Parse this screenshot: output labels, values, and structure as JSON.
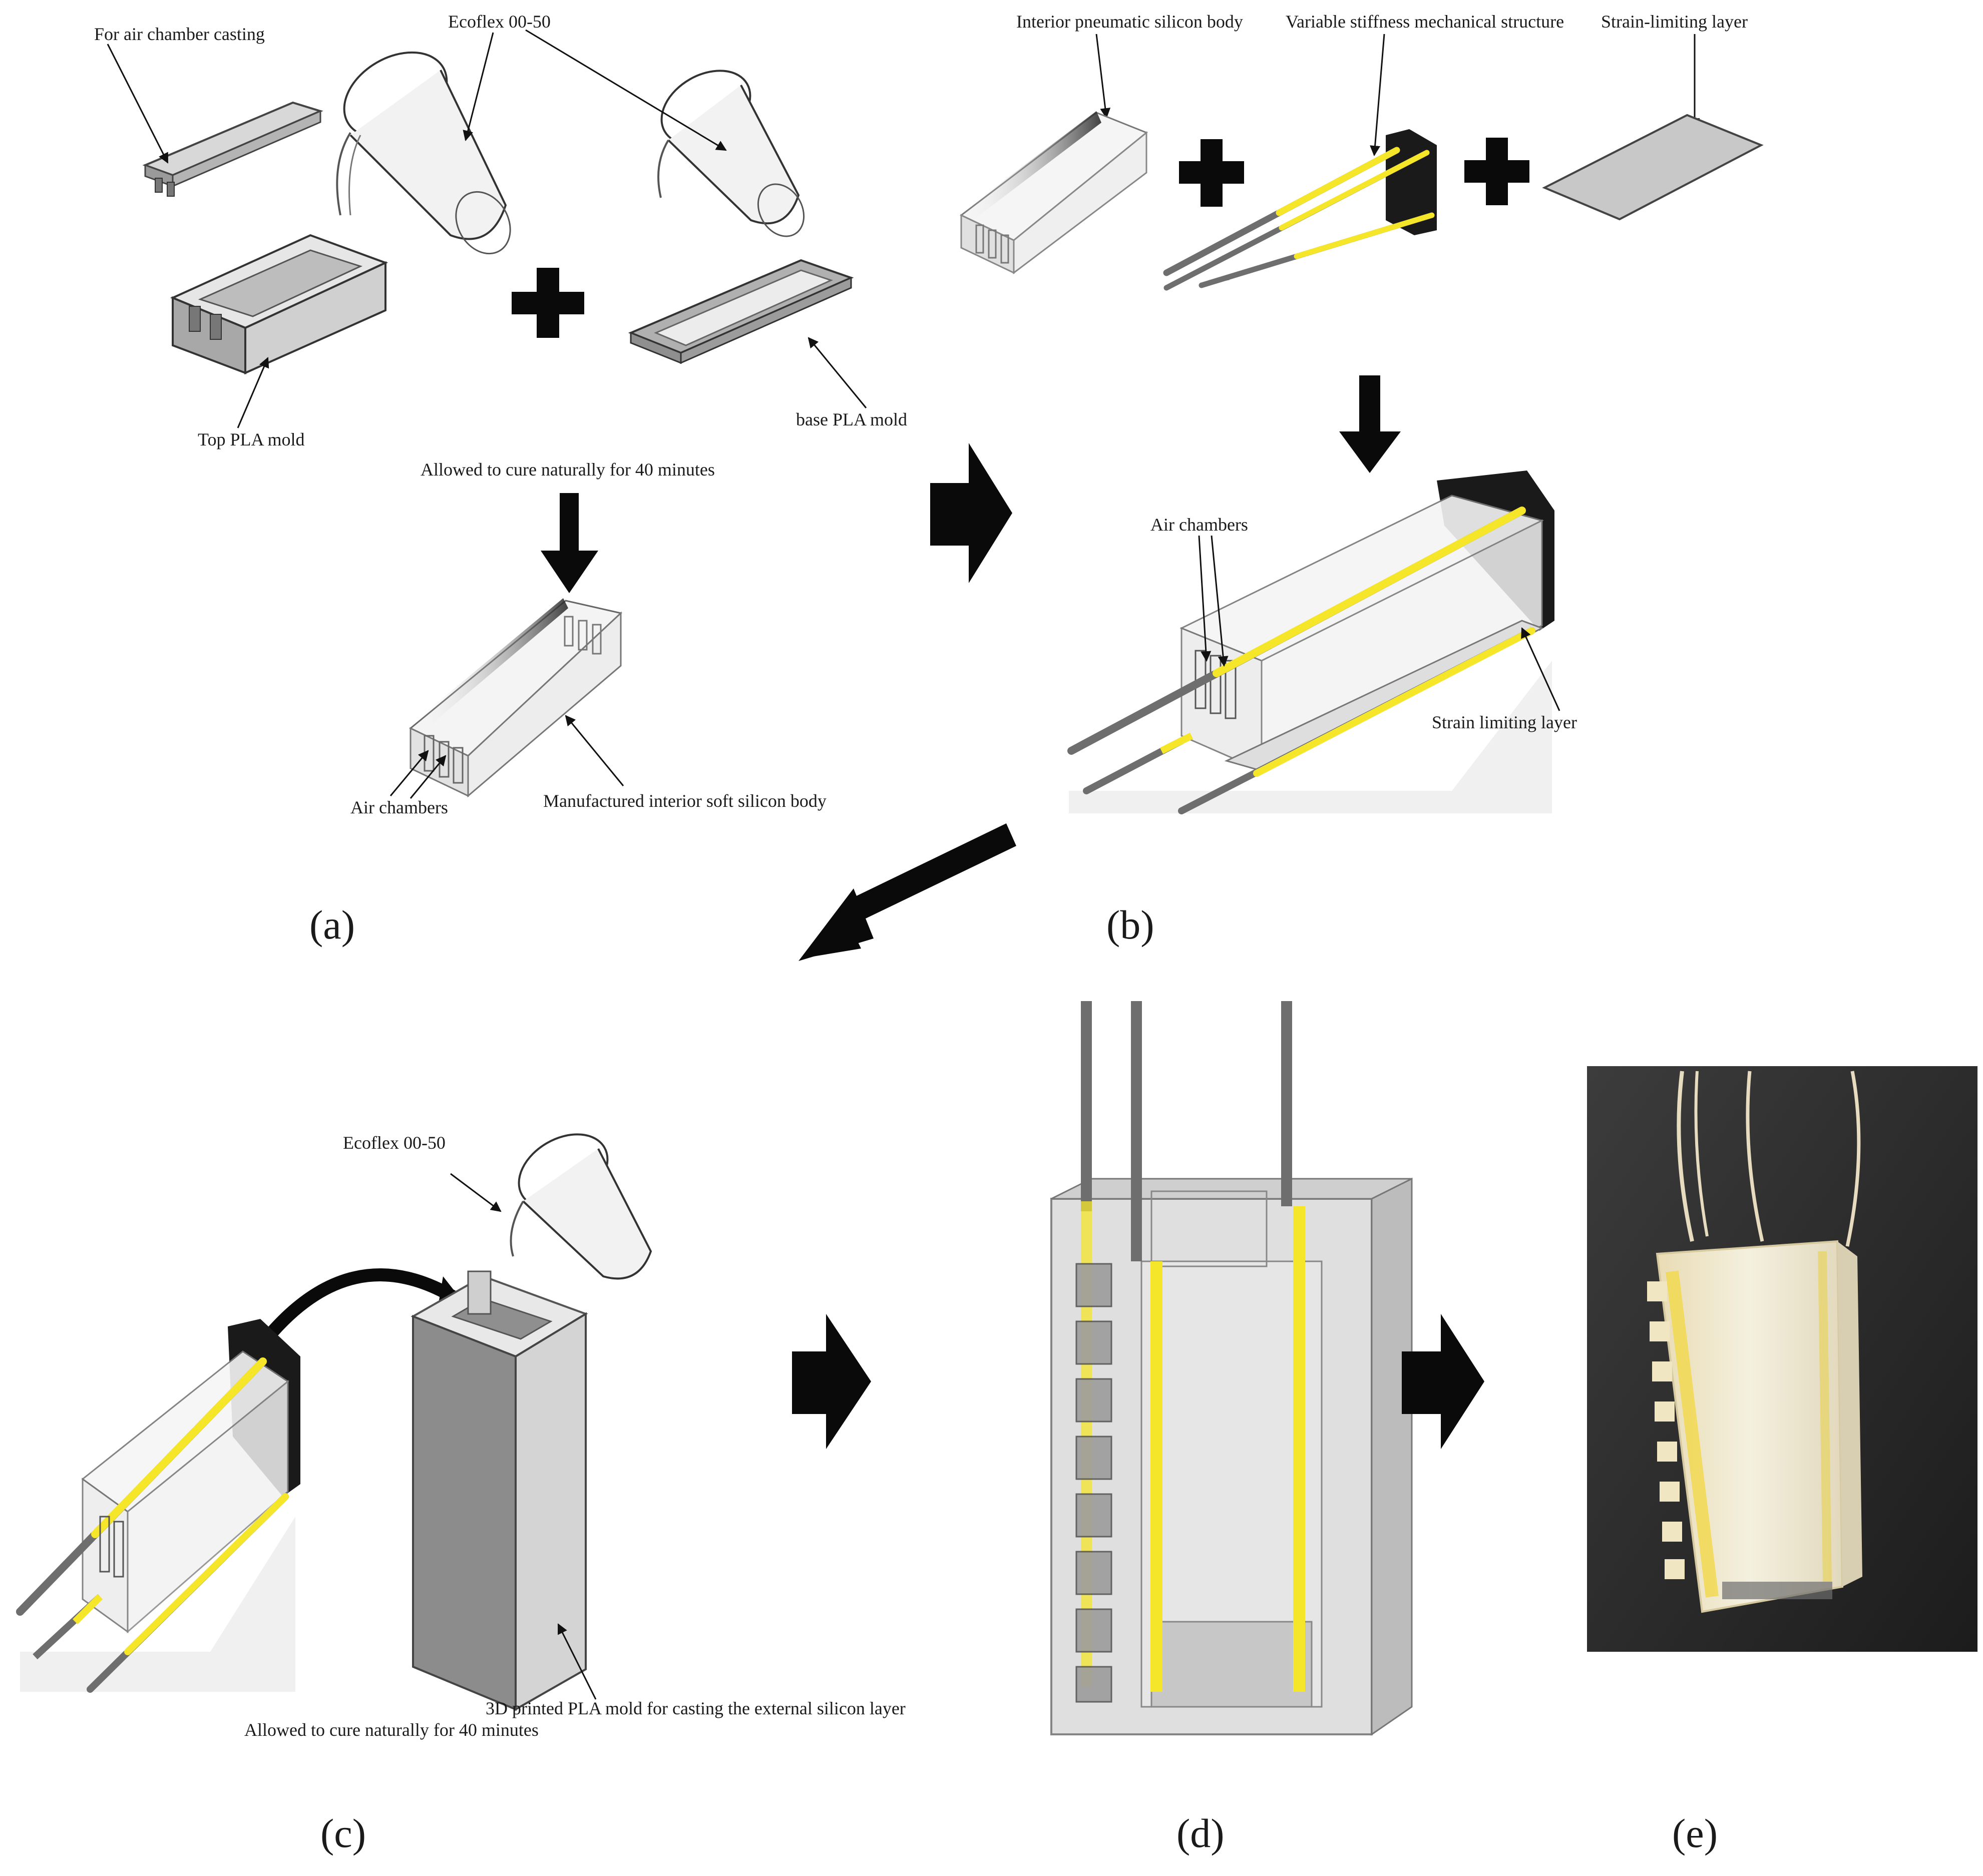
{
  "panel_a": {
    "letter": "(a)",
    "air_chamber_casting": "For air chamber casting",
    "ecoflex": "Ecoflex 00-50",
    "top_mold": "Top PLA mold",
    "base_mold": "base PLA mold",
    "cure_note": "Allowed to cure naturally for 40 minutes",
    "air_chambers": "Air chambers",
    "interior_body": "Manufactured interior soft silicon body"
  },
  "panel_b": {
    "letter": "(b)",
    "pneumatic_body": "Interior pneumatic silicon body",
    "variable_stiffness": "Variable stiffness mechanical structure",
    "strain_limiting_top": "Strain-limiting layer",
    "air_chambers": "Air chambers",
    "strain_limiting": "Strain limiting layer"
  },
  "panel_c": {
    "letter": "(c)",
    "ecoflex": "Ecoflex 00-50",
    "pla_mold": "3D printed PLA mold for casting the external silicon layer",
    "cure_note": "Allowed to cure naturally for 40 minutes"
  },
  "panel_d": {
    "letter": "(d)"
  },
  "panel_e": {
    "letter": "(e)"
  },
  "colors": {
    "rod_yellow": "#f5e62a",
    "rod_grey": "#6e6e6e",
    "mold_grey": "#c8c8c8",
    "arrow": "#0a0a0a"
  }
}
